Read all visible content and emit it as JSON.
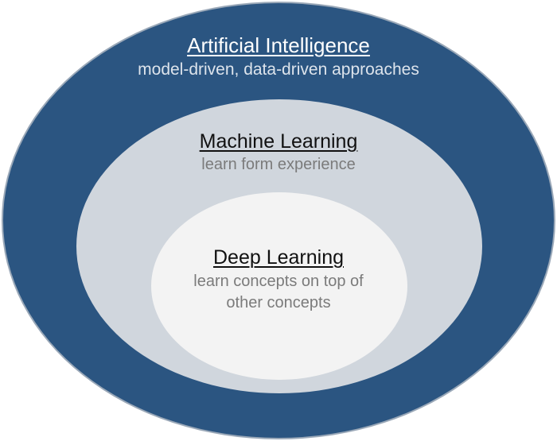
{
  "diagram": {
    "outer": {
      "title": "Artificial Intelligence",
      "subtitle": "model-driven, data-driven approaches",
      "fill": "#2b5581"
    },
    "middle": {
      "title": "Machine Learning",
      "subtitle": "learn form experience",
      "fill": "#d0d6dd"
    },
    "inner": {
      "title": "Deep Learning",
      "subtitle_lines": [
        "learn concepts on top of",
        "other concepts"
      ],
      "fill": "#f3f3f3"
    }
  }
}
